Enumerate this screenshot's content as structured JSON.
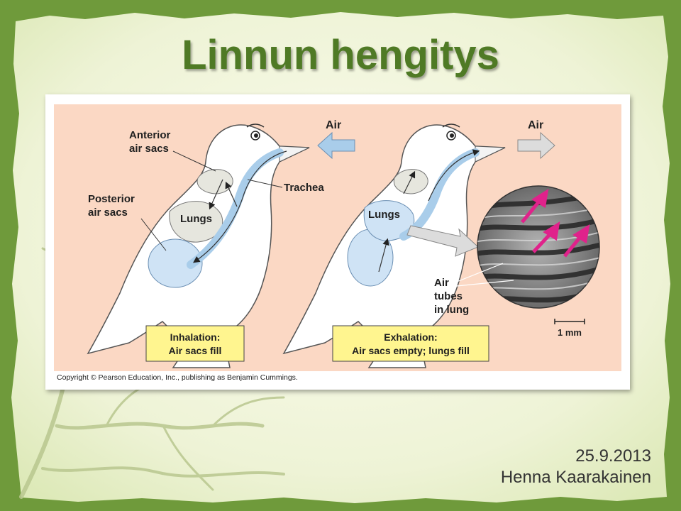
{
  "title": "Linnun hengitys",
  "diagram": {
    "labels": {
      "anterior": [
        "Anterior",
        "air sacs"
      ],
      "posterior": [
        "Posterior",
        "air sacs"
      ],
      "trachea": "Trachea",
      "lungs_left": "Lungs",
      "lungs_right": "Lungs",
      "air_in": "Air",
      "air_out": "Air",
      "air_tubes": [
        "Air",
        "tubes",
        "in lung"
      ],
      "scale": "1 mm"
    },
    "captions": {
      "inhalation_title": "Inhalation:",
      "inhalation_text": "Air sacs fill",
      "exhalation_title": "Exhalation:",
      "exhalation_text": "Air sacs empty; lungs fill"
    },
    "copyright": "Copyright © Pearson Education, Inc., publishing as Benjamin Cummings."
  },
  "footer": {
    "date": "25.9.2013",
    "author": "Henna Kaarakainen"
  },
  "colors": {
    "title": "#4f7a25",
    "panel": "#fbd8c4",
    "air_sac": "#cfe3f5",
    "lung": "#e2e2da",
    "caption_box": "#fff58f",
    "arrow_blue": "#a9cdea",
    "arrow_gray": "#dcdcdc",
    "magenta": "#e0228b"
  }
}
